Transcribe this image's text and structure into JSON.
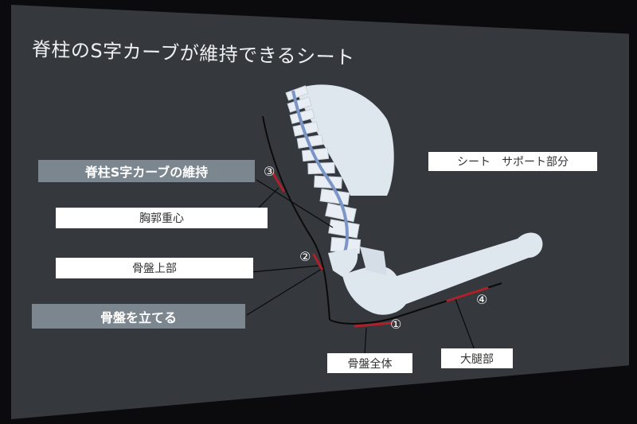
{
  "slide": {
    "title": "脊柱のS字カーブが維持できるシート",
    "labels": {
      "spine_curve": "脊柱S字カーブの維持",
      "chest_center": "胸郭重心",
      "pelvis_top": "骨盤上部",
      "pelvis_upright": "骨盤を立てる",
      "seat_support": "シート　サポート部分",
      "whole_pelvis": "骨盤全体",
      "thigh": "大腿部"
    },
    "markers": {
      "m1": "①",
      "m2": "②",
      "m3": "③",
      "m4": "④"
    }
  },
  "colors": {
    "slide_bg": "#35393d",
    "bone": "#dfe7ee",
    "spine_line": "#7b95c7",
    "support_red": "#b0202a",
    "leader_line": "#0a0a0a"
  }
}
